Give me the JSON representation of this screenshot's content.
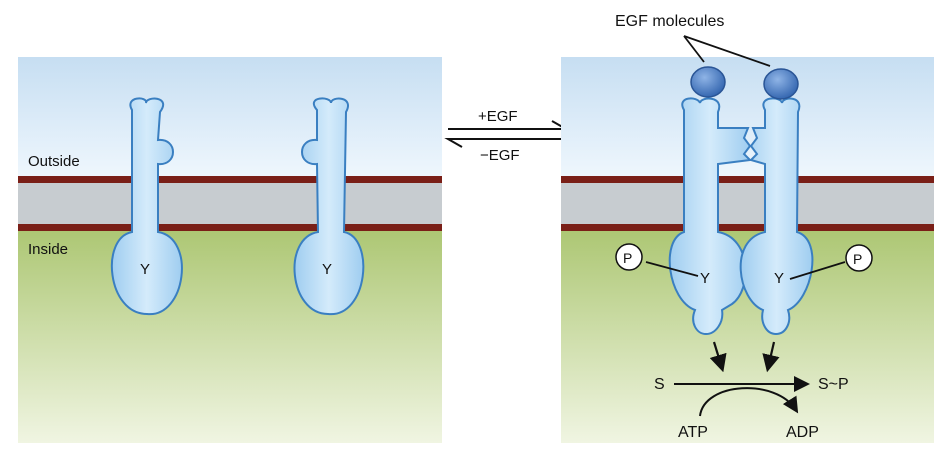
{
  "labels": {
    "outside": "Outside",
    "inside": "Inside",
    "plus_egf": "+EGF",
    "minus_egf": "−EGF",
    "egf_molecules": "EGF molecules",
    "substrate": "S",
    "phospho_substrate": "S~P",
    "atp": "ATP",
    "adp": "ADP"
  },
  "receptors": {
    "tyrosine": "Y",
    "phosphate": "P"
  },
  "colors": {
    "outside_top": "#cfe3f4",
    "outside_bottom": "#eef6fc",
    "membrane_band": "#c7ccd0",
    "membrane_line": "#7a1f17",
    "inside_top": "#b4cc7c",
    "inside_bottom": "#eef3de",
    "receptor_fill": "#a9d3f1",
    "receptor_stroke": "#3a7fc1",
    "egf_fill": "#3f76c2"
  }
}
